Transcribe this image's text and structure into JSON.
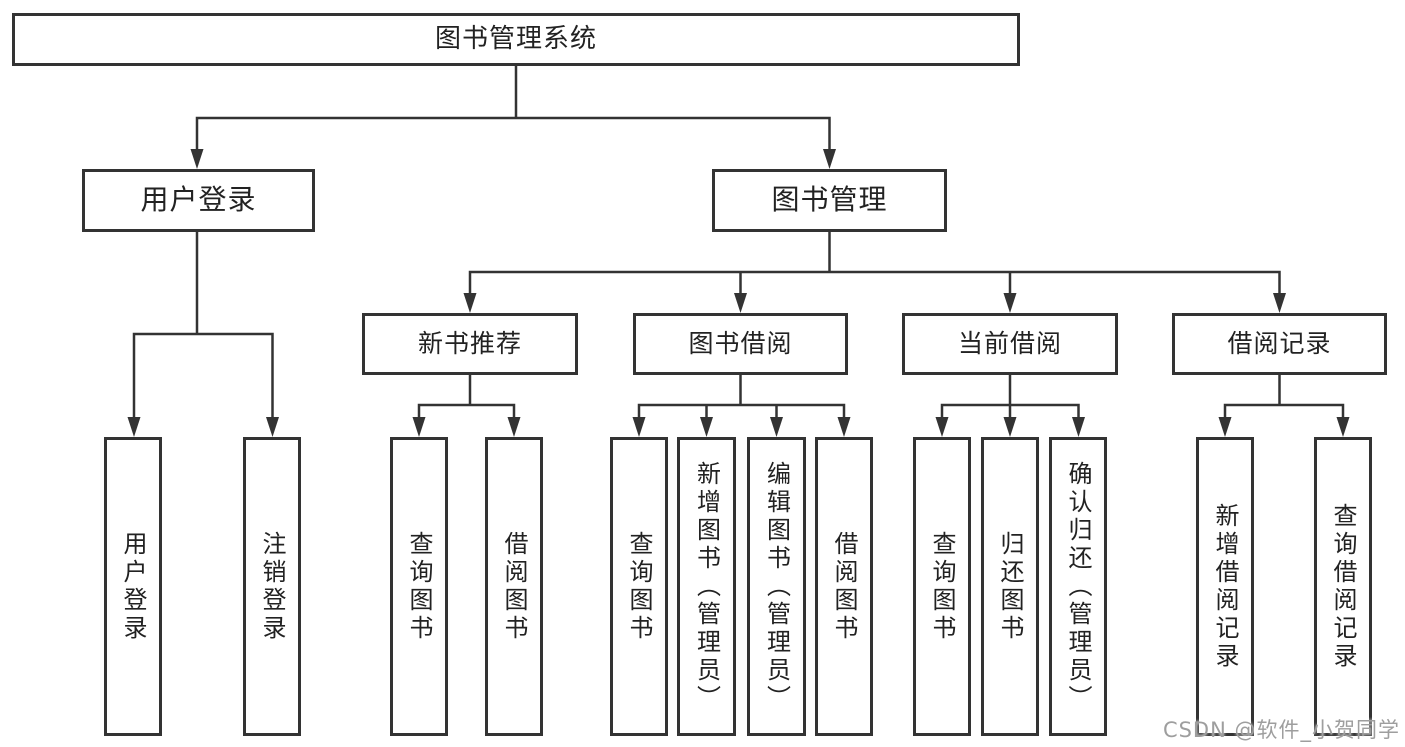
{
  "tree": {
    "root": "图书管理系统",
    "children": [
      {
        "label": "用户登录",
        "children": [
          {
            "label": "用户登录"
          },
          {
            "label": "注销登录"
          }
        ]
      },
      {
        "label": "图书管理",
        "children": [
          {
            "label": "新书推荐",
            "children": [
              {
                "label": "查询图书"
              },
              {
                "label": "借阅图书"
              }
            ]
          },
          {
            "label": "图书借阅",
            "children": [
              {
                "label": "查询图书"
              },
              {
                "label": "新增图书（管理员）"
              },
              {
                "label": "编辑图书（管理员）"
              },
              {
                "label": "借阅图书"
              }
            ]
          },
          {
            "label": "当前借阅",
            "children": [
              {
                "label": "查询图书"
              },
              {
                "label": "归还图书"
              },
              {
                "label": "确认归还（管理员）"
              }
            ]
          },
          {
            "label": "借阅记录",
            "children": [
              {
                "label": "新增借阅记录"
              },
              {
                "label": "查询借阅记录"
              }
            ]
          }
        ]
      }
    ]
  },
  "watermark": {
    "text": "CSDN @软件_小贺同学"
  },
  "colors": {
    "line": "#333333",
    "box_border": "#333333",
    "box_fill": "#ffffff",
    "text": "#222222",
    "watermark": "#9e9e9e",
    "background": "#ffffff"
  }
}
